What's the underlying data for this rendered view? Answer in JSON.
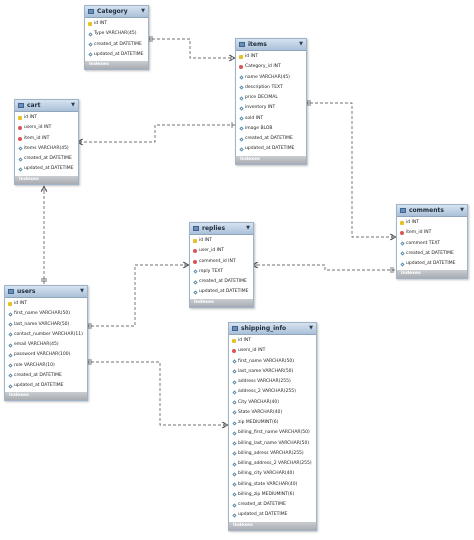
{
  "indexes_label": "Indexes",
  "tables": [
    {
      "id": "category",
      "name": "Category",
      "columns": [
        {
          "text": "id INT",
          "icon": "key"
        },
        {
          "text": "Type VARCHAR(45)",
          "icon": "attr"
        },
        {
          "text": "created_at DATETIME",
          "icon": "attr"
        },
        {
          "text": "updated_at DATETIME",
          "icon": "attr"
        }
      ]
    },
    {
      "id": "items",
      "name": "items",
      "columns": [
        {
          "text": "id INT",
          "icon": "key"
        },
        {
          "text": "Category_id INT",
          "icon": "fk"
        },
        {
          "text": "name VARCHAR(45)",
          "icon": "attr"
        },
        {
          "text": "description TEXT",
          "icon": "attr"
        },
        {
          "text": "price DECIMAL",
          "icon": "attr"
        },
        {
          "text": "inventory INT",
          "icon": "attr"
        },
        {
          "text": "sold INT",
          "icon": "attr"
        },
        {
          "text": "image BLOB",
          "icon": "attr"
        },
        {
          "text": "created_at DATETIME",
          "icon": "attr"
        },
        {
          "text": "updated_at DATETIME",
          "icon": "attr"
        }
      ]
    },
    {
      "id": "cart",
      "name": "cart",
      "columns": [
        {
          "text": "id INT",
          "icon": "key"
        },
        {
          "text": "users_id INT",
          "icon": "fk"
        },
        {
          "text": "item_id INT",
          "icon": "fk"
        },
        {
          "text": "items VARCHAR(45)",
          "icon": "attr"
        },
        {
          "text": "created_at DATETIME",
          "icon": "attr"
        },
        {
          "text": "updated_at DATETIME",
          "icon": "attr"
        }
      ]
    },
    {
      "id": "comments",
      "name": "comments",
      "columns": [
        {
          "text": "id INT",
          "icon": "key"
        },
        {
          "text": "item_id INT",
          "icon": "fk"
        },
        {
          "text": "comment TEXT",
          "icon": "attr"
        },
        {
          "text": "created_at DATETIME",
          "icon": "attr"
        },
        {
          "text": "updated_at DATETIME",
          "icon": "attr"
        }
      ]
    },
    {
      "id": "replies",
      "name": "replies",
      "columns": [
        {
          "text": "id INT",
          "icon": "key"
        },
        {
          "text": "user_id INT",
          "icon": "fk"
        },
        {
          "text": "comment_id INT",
          "icon": "fk"
        },
        {
          "text": "reply TEXT",
          "icon": "attr"
        },
        {
          "text": "created_at DATETIME",
          "icon": "attr"
        },
        {
          "text": "updated_at DATETIME",
          "icon": "attr"
        }
      ]
    },
    {
      "id": "users",
      "name": "users",
      "columns": [
        {
          "text": "id INT",
          "icon": "key"
        },
        {
          "text": "first_name VARCHAR(50)",
          "icon": "attr"
        },
        {
          "text": "last_name VARCHAR(50)",
          "icon": "attr"
        },
        {
          "text": "contact_number VARCHAR(11)",
          "icon": "attr"
        },
        {
          "text": "email VARCHAR(45)",
          "icon": "attr"
        },
        {
          "text": "password VARCHAR(100)",
          "icon": "attr"
        },
        {
          "text": "role VARCHAR(10)",
          "icon": "attr"
        },
        {
          "text": "created_at DATETIME",
          "icon": "attr"
        },
        {
          "text": "updated_at DATETIME",
          "icon": "attr"
        }
      ]
    },
    {
      "id": "shipping_info",
      "name": "shipping_info",
      "columns": [
        {
          "text": "id INT",
          "icon": "key"
        },
        {
          "text": "users_id INT",
          "icon": "fk"
        },
        {
          "text": "first_name VARCHAR(50)",
          "icon": "attr"
        },
        {
          "text": "last_name VARCHAR(50)",
          "icon": "attr"
        },
        {
          "text": "address VARCHAR(255)",
          "icon": "attr"
        },
        {
          "text": "address_2 VARCHAR(255)",
          "icon": "attr"
        },
        {
          "text": "City VARCHAR(40)",
          "icon": "attr"
        },
        {
          "text": "State VARCHAR(40)",
          "icon": "attr"
        },
        {
          "text": "zip MEDIUMINT(6)",
          "icon": "attr"
        },
        {
          "text": "billing_first_name VARCHAR(50)",
          "icon": "attr"
        },
        {
          "text": "billing_last_name VARCHAR(50)",
          "icon": "attr"
        },
        {
          "text": "billing_adress VARCHAR(255)",
          "icon": "attr"
        },
        {
          "text": "billing_address_2 VARCHAR(255)",
          "icon": "attr"
        },
        {
          "text": "billing_city VARCHAR(40)",
          "icon": "attr"
        },
        {
          "text": "billing_state VARCHAR(40)",
          "icon": "attr"
        },
        {
          "text": "billing_zip MEDIUMINT(6)",
          "icon": "attr"
        },
        {
          "text": "created_at DATETIME",
          "icon": "attr"
        },
        {
          "text": "updated_at DATETIME",
          "icon": "attr"
        }
      ]
    }
  ]
}
